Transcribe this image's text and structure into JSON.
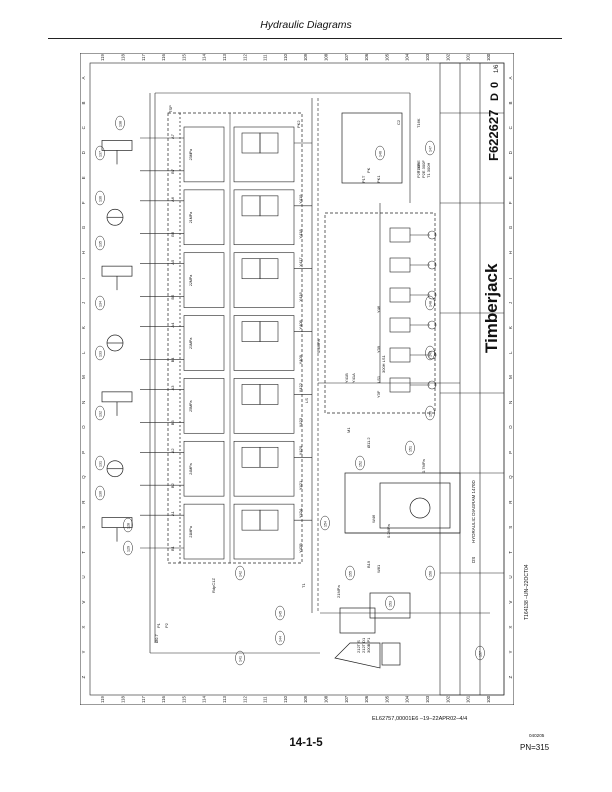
{
  "header": {
    "title": "Hydraulic Diagrams"
  },
  "drawing": {
    "row_letters": [
      "A",
      "B",
      "C",
      "D",
      "E",
      "F",
      "G",
      "H",
      "I",
      "J",
      "K",
      "L",
      "M",
      "N",
      "O",
      "P",
      "Q",
      "R",
      "S",
      "T",
      "U",
      "V",
      "X",
      "Y",
      "Z"
    ],
    "column_numbers": [
      "100",
      "101",
      "102",
      "103",
      "104",
      "105",
      "106",
      "107",
      "108",
      "109",
      "110",
      "111",
      "112",
      "113",
      "114",
      "115",
      "116",
      "117",
      "118",
      "119"
    ],
    "brand": "Timberjack",
    "drawing_number": "F622627",
    "revision": "D",
    "revision_index": "0",
    "sheet": "1/6",
    "diagram_title": "HYDRAULIC DIAGRAM 1470D",
    "doc_code": "DS",
    "valve_sections": [
      {
        "port_a": "A1",
        "port_b": "B1",
        "solenoid_a": "Y42A",
        "solenoid_b": "Y42B"
      },
      {
        "port_a": "A2",
        "port_b": "B2",
        "solenoid_a": "Y420",
        "solenoid_b": "Y421"
      },
      {
        "port_a": "A3",
        "port_b": "B3",
        "solenoid_a": "Y422",
        "solenoid_b": "Y423"
      },
      {
        "port_a": "A4",
        "port_b": "B4",
        "solenoid_a": "Y408",
        "solenoid_b": "Y409"
      },
      {
        "port_a": "A5",
        "port_b": "B5",
        "solenoid_a": "Y417",
        "solenoid_b": "Y416"
      },
      {
        "port_a": "A6",
        "port_b": "B6",
        "solenoid_a": "Y419",
        "solenoid_b": "Y418"
      },
      {
        "port_a": "A7",
        "port_b": "B7",
        "solenoid_a": "",
        "solenoid_b": ""
      }
    ],
    "pressure_labels": [
      "21MPa",
      "24MPa",
      "25MPa",
      "21MPa",
      "22MPa",
      "21MPa",
      "23MPa"
    ],
    "callouts": [
      "128",
      "129",
      "130",
      "131",
      "132",
      "133",
      "134",
      "135",
      "136",
      "137",
      "138",
      "141",
      "142",
      "144",
      "145",
      "146",
      "147",
      "148",
      "149",
      "150",
      "151",
      "152",
      "153",
      "154",
      "155",
      "156",
      "157"
    ],
    "labels": {
      "tsp": "TSP",
      "p1": "P1",
      "p2": "P2",
      "t1": "T1",
      "ls": "LS",
      "ls_port": "LS1",
      "p3_port": "300H LS1",
      "port_group": "P2F 300E\nP2E 300F\nT1 300H",
      "lower_ports": "212T S\n212T D1\n300B P1",
      "y46": "Y46",
      "y39": "Y39",
      "y3f": "Y3F",
      "w46": "W46",
      "w81": "W81",
      "b19": "B19",
      "m1": "M1",
      "c2": "C2",
      "press_1": "0.2MPa",
      "press_2": "0.7MPa",
      "press_3": "0.4MPa",
      "press_4": "21MPa",
      "pk2": "PK2",
      "pk1": "PK1",
      "p1t": "P1T",
      "pk": "PK",
      "t16p": "T16P",
      "t16k": "T16K",
      "y41b": "Y41B",
      "y41a": "Y41A",
      "b11": "Ø11.2",
      "b07": "Ø0.7",
      "rdpc": "RdpC1Z"
    }
  },
  "footer": {
    "ref": "EL62757,00001E6 –19–22APR02–4/4",
    "section": "14-1-5",
    "date": "040205",
    "page": "PN=315",
    "side_id": "T164138 –UN–22OCT04"
  }
}
